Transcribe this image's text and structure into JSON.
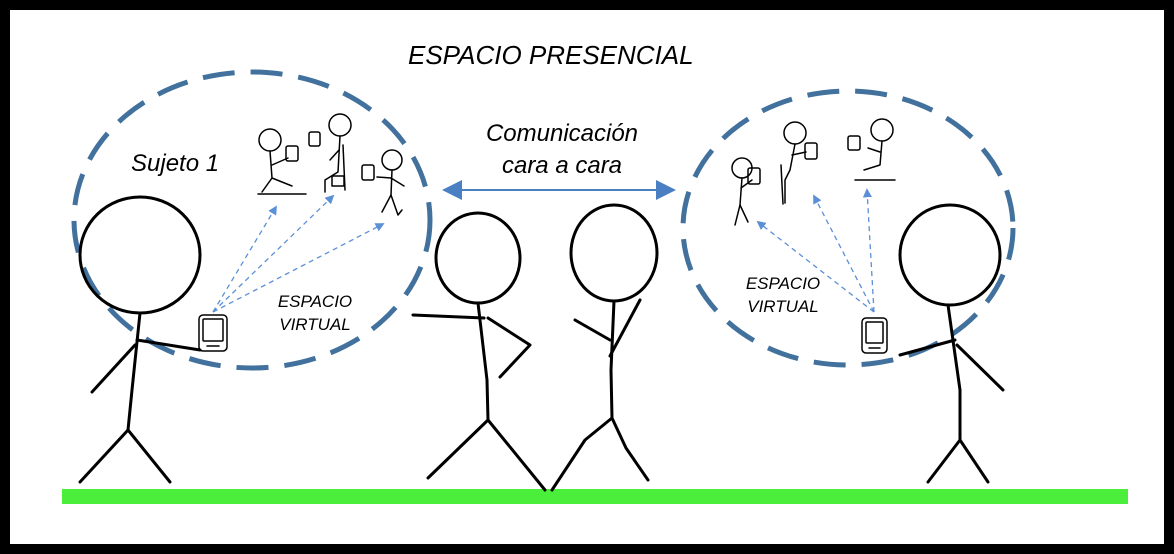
{
  "diagram": {
    "title": "ESPACIO PRESENCIAL",
    "subject_label": "Sujeto 1",
    "communication_label": "Comunicación cara a cara",
    "left_virtual_space_label": "ESPACIO VIRTUAL",
    "right_virtual_space_label": "ESPACIO VIRTUAL"
  },
  "colors": {
    "frame": "#000000",
    "circle": "#41719c",
    "arrows": "#5b8fd6",
    "ground": "#4cee3c"
  }
}
